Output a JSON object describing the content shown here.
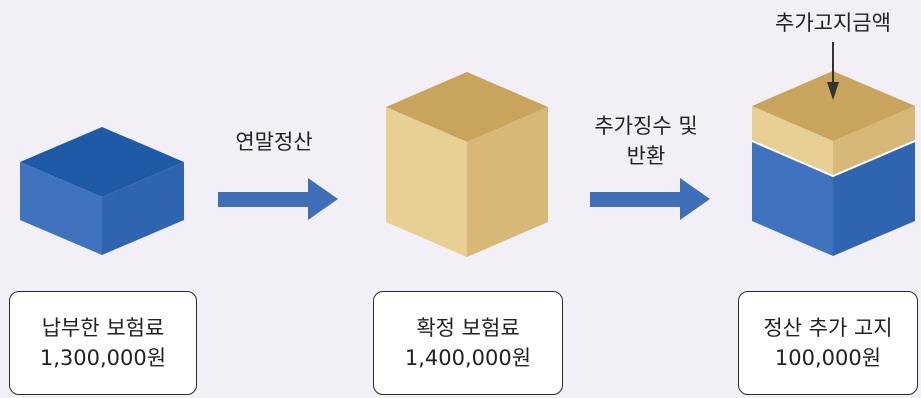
{
  "steps": [
    {
      "title": "납부한 보험료",
      "amount": "1,300,000원"
    },
    {
      "title": "확정 보험료",
      "amount": "1,400,000원"
    },
    {
      "title": "정산 추가 고지",
      "amount": "100,000원"
    }
  ],
  "arrows": [
    {
      "label_line1": "연말정산",
      "label_line2": ""
    },
    {
      "label_line1": "추가징수 및",
      "label_line2": "반환"
    }
  ],
  "callout": {
    "label": "추가고지금액"
  },
  "colors": {
    "blue_top": "#1f5aa7",
    "blue_left": "#3f73bd",
    "blue_right": "#2f64b0",
    "gold_top": "#c9a45d",
    "gold_left": "#e8cf94",
    "gold_right": "#d7b877",
    "arrow": "#3f6fb6",
    "background": "#f2eff6"
  }
}
